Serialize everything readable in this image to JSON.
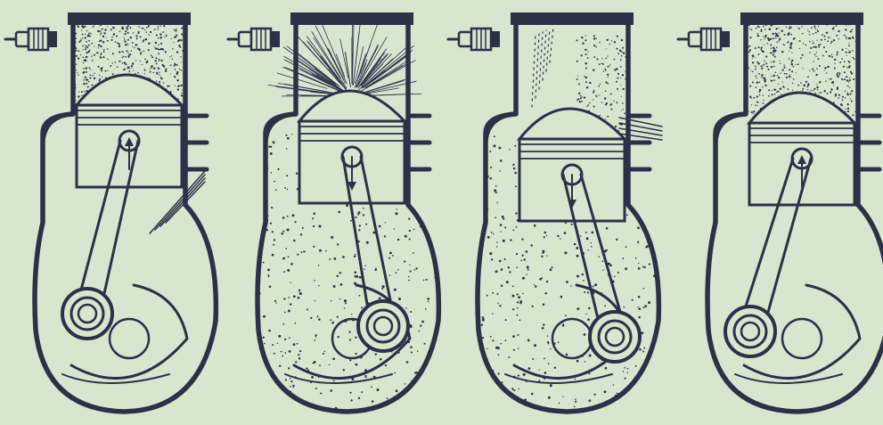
{
  "figure": {
    "background": "#d7e6cf",
    "ink": "#2b3147",
    "panels": [
      {
        "name": "intake-compression-panel",
        "piston_motion": "up",
        "chamber": "dense-charge",
        "crankcase": "empty",
        "arrow_icon": "arrow-up-icon"
      },
      {
        "name": "ignition-power-panel",
        "piston_motion": "down",
        "chamber": "burst",
        "crankcase": "filled",
        "arrow_icon": "arrow-down-icon"
      },
      {
        "name": "exhaust-transfer-panel",
        "piston_motion": "down",
        "chamber": "scavenge-flow",
        "crankcase": "filled",
        "arrow_icon": "arrow-down-icon"
      },
      {
        "name": "compression-panel",
        "piston_motion": "up",
        "chamber": "dense-charge",
        "crankcase": "empty",
        "arrow_icon": "arrow-up-icon"
      }
    ]
  }
}
